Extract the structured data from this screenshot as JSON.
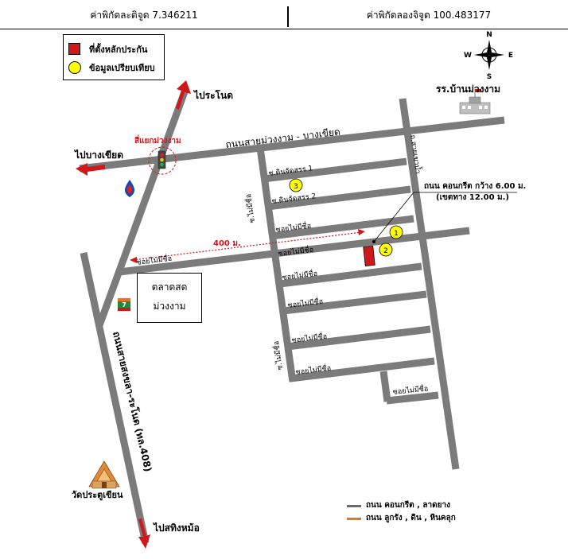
{
  "header": {
    "latitude_text": "ค่าพิกัดละติจูด 7.346211",
    "longitude_text": "ค่าพิกัดลองจิจูด 100.483177"
  },
  "legend": {
    "site_label": "ที่ตั้งหลักประกัน",
    "compare_label": "ข้อมูลเปรียบเทียบ",
    "site_color": "#d0181b",
    "compare_color": "#ffff00"
  },
  "compass": {
    "n": "N",
    "s": "S",
    "e": "E",
    "w": "W"
  },
  "labels": {
    "to_ranod": "ไประโนด",
    "to_bangkhiat": "ไปบางเขียด",
    "junction": "สี่แยกม่วงงาม",
    "main_road_ew": "ถนนสายม่วงงาม - บางเขียด",
    "highway": "ถนนสายสงขลา-ระโนด (ทล.408)",
    "to_sathing_mo": "ไปสทิงหม้อ",
    "school": "รร.บ้านม่วงงาม",
    "temple": "วัดประตูเขียน",
    "road_detail_1": "ถนน คอนกรีต กว้าง 6.00 ม.",
    "road_detail_2": "(เขตทาง 12.00 ม.)",
    "distance": "400 ม.",
    "soi_1": "ซ.ดินจัดสรร 1",
    "soi_2": "ซ.ดินจัดสรร 2",
    "soi_noname": "ซอยไม่มีชื่อ",
    "road_sai_khao": "ถ.สายเขาบ้ำ",
    "road_mai_mi_chue": "ซ.ไม่มีชื่อ",
    "marker_1": "1",
    "marker_2": "2",
    "marker_3": "3"
  },
  "market": {
    "line1": "ตลาดสด",
    "line2": "ม่วงงาม"
  },
  "map_legend": {
    "concrete": "ถนน คอนกรีต , ลาดยาง",
    "laterite": "ถนน ลูกรัง , ดิน , หินคลุก",
    "concrete_color": "#6b6b6b",
    "laterite_color": "#e07a1f"
  },
  "icons": {
    "traffic_light": "traffic-light-icon",
    "gas_station": "ptt-gas-station-icon",
    "convenience_store": "seven-eleven-icon",
    "school": "school-building-icon",
    "temple": "temple-icon"
  },
  "colors": {
    "road": "#7b7b7b",
    "arrow_red": "#d0181b",
    "marker_yellow": "#ffff00",
    "site_red": "#d0181b"
  }
}
